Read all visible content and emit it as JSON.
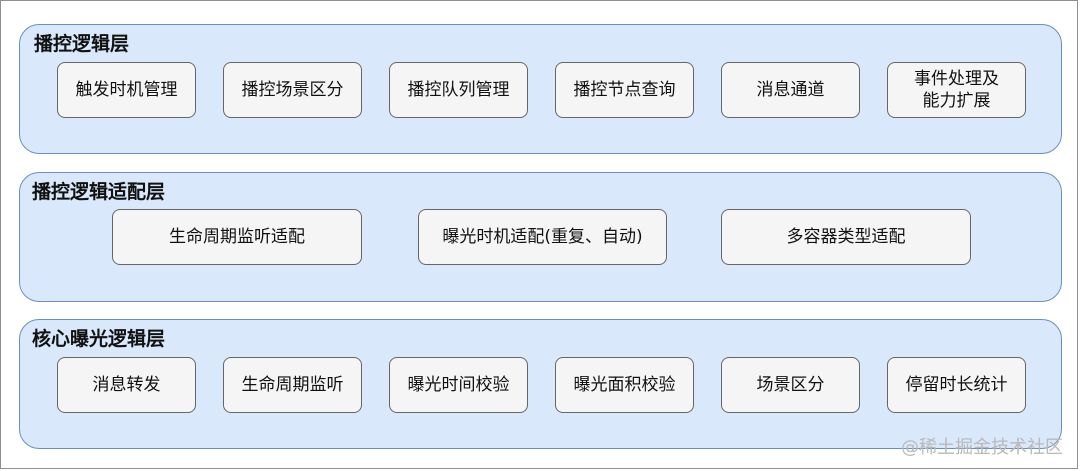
{
  "layers": [
    {
      "title": "播控逻辑层",
      "modules": [
        "触发时机管理",
        "播控场景区分",
        "播控队列管理",
        "播控节点查询",
        "消息通道",
        "事件处理及\n能力扩展"
      ]
    },
    {
      "title": "播控逻辑适配层",
      "modules": [
        "生命周期监听适配",
        "曝光时机适配(重复、自动)",
        "多容器类型适配"
      ]
    },
    {
      "title": "核心曝光逻辑层",
      "modules": [
        "消息转发",
        "生命周期监听",
        "曝光时间校验",
        "曝光面积校验",
        "场景区分",
        "停留时长统计"
      ]
    }
  ],
  "watermark": "@稀土掘金技术社区",
  "colors": {
    "layer_fill": "#dae8fc",
    "layer_border": "#6c8ebf",
    "module_fill": "#f5f5f5",
    "module_border": "#666666"
  }
}
